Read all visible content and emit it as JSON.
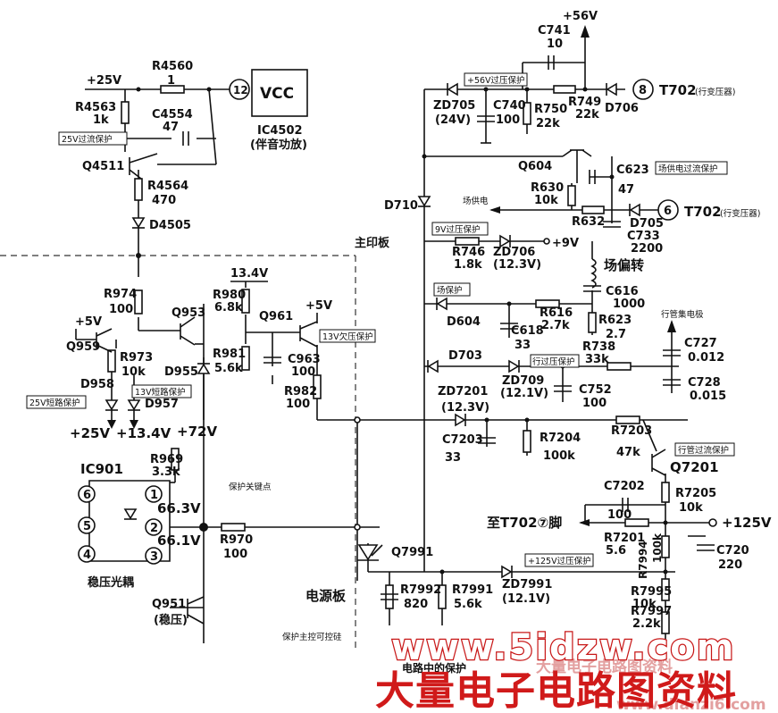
{
  "labels": {
    "v56": "+56V",
    "c741": "C741",
    "c741_v": "10",
    "t702_8": "T702",
    "t702_8_note": "(行变压器)",
    "zd705": "ZD705",
    "zd705_v": "(24V)",
    "c740": "C740",
    "c740_v": "100",
    "r750": "R750",
    "r750_v": "22k",
    "r749": "R749",
    "r749_v": "22k",
    "d706": "D706",
    "v25": "+25V",
    "r4560": "R4560",
    "r4560_v": "1",
    "r4563": "R4563",
    "r4563_v": "1k",
    "c4554": "C4554",
    "c4554_v": "47",
    "vcc": "VCC",
    "ic4502": "IC4502",
    "ic4502_note": "(伴音功放)",
    "q4511": "Q4511",
    "r4564": "R4564",
    "r4564_v": "470",
    "d4505": "D4505",
    "q604": "Q604",
    "c623": "C623",
    "c623_v": "47",
    "r630": "R630",
    "r630_v": "10k",
    "changgong": "场供电",
    "r632": "R632",
    "d705": "D705",
    "c733": "C733",
    "c733_v": "2200",
    "t702_6": "T702",
    "t702_6_note": "(行变压器)",
    "d710": "D710",
    "zhuyinban": "主印板",
    "r746": "R746",
    "r746_v": "1.8k",
    "zd706": "ZD706",
    "zd706_v": "(12.3V)",
    "v9": "+9V",
    "changpianzhuan": "场偏转",
    "c616": "C616",
    "c616_v": "1000",
    "d604": "D604",
    "c618": "C618",
    "c618_v": "33",
    "r616": "R616",
    "r616_v": "2.7k",
    "r623": "R623",
    "r623_v": "2.7",
    "hangguan": "行管集电极",
    "r738": "R738",
    "r738_v": "33k",
    "c727": "C727",
    "c727_v": "0.012",
    "d703": "D703",
    "zd709": "ZD709",
    "zd709_v": "(12.1V)",
    "c752": "C752",
    "c752_v": "100",
    "c728": "C728",
    "c728_v": "0.015",
    "zd7201": "ZD7201",
    "zd7201_v": "(12.3V)",
    "c7203": "C7203",
    "c7203_v": "33",
    "r7204": "R7204",
    "r7204_v": "100k",
    "r7203": "R7203",
    "r7203_v": "47k",
    "q7201": "Q7201",
    "c7202": "C7202",
    "c7202_v": "100",
    "r7205": "R7205",
    "r7205_v": "10k",
    "to_t702": "至T702⑦脚",
    "v125": "+125V",
    "r7201": "R7201",
    "r7201_v": "5.6",
    "r7994": "R7994",
    "r7994_v": "100k",
    "c720": "C720",
    "c720_v": "220",
    "q7991": "Q7991",
    "zd7991": "ZD7991",
    "zd7991_v": "(12.1V)",
    "r7992": "R7992",
    "r7992_v": "820",
    "r7991": "R7991",
    "r7991_v": "5.6k",
    "r7995": "R7995",
    "r7995_v": "10k",
    "r7997": "R7997",
    "r7997_v": "2.2k",
    "dianyuanban": "电源板",
    "r974": "R974",
    "r974_v": "100",
    "q953": "Q953",
    "v5a": "+5V",
    "q959": "Q959",
    "r973": "R973",
    "r973_v": "10k",
    "d958": "D958",
    "d955": "D955",
    "d957": "D957",
    "out25": "+25V",
    "out134": "+13.4V",
    "out72": "+72V",
    "v134": "13.4V",
    "r980": "R980",
    "r980_v": "6.8k",
    "q961": "Q961",
    "v5b": "+5V",
    "r981": "R981",
    "r981_v": "5.6k",
    "c963": "C963",
    "c963_v": "100",
    "r982": "R982",
    "r982_v": "100",
    "r969": "R969",
    "r969_v": "3.3k",
    "ic901": "IC901",
    "v663": "66.3V",
    "v661": "66.1V",
    "r970": "R970",
    "r970_v": "100",
    "wengya_guangou": "稳压光耦",
    "q951": "Q951",
    "q951_note": "(稳压)",
    "kongzhi": "保护主控可控硅",
    "cut_text": "电路中的保护"
  },
  "tags": {
    "ov56": "+56V过压保护",
    "oc25": "25V过流保护",
    "changoc": "场供电过流保护",
    "ov9": "9V过压保护",
    "changbh": "场保护",
    "hangov": "行过压保护",
    "uv13": "13V欠压保护",
    "sc13": "13V短路保护",
    "sc25": "25V短路保护",
    "hangoc": "行管过流保护",
    "ov125": "+125V过压保护",
    "keypoint": "保护关键点"
  },
  "pins": {
    "p1": "1",
    "p2": "2",
    "p3": "3",
    "p4": "4",
    "p5": "5",
    "p6": "6",
    "p8": "8",
    "p6b": "6",
    "p12": "12"
  },
  "watermark": {
    "url": "www.5idzw.com",
    "cn": "大量电子电路图资料",
    "faint_cn": "大量电子电路图资料",
    "faint_url": "www.dianzi6.com"
  }
}
